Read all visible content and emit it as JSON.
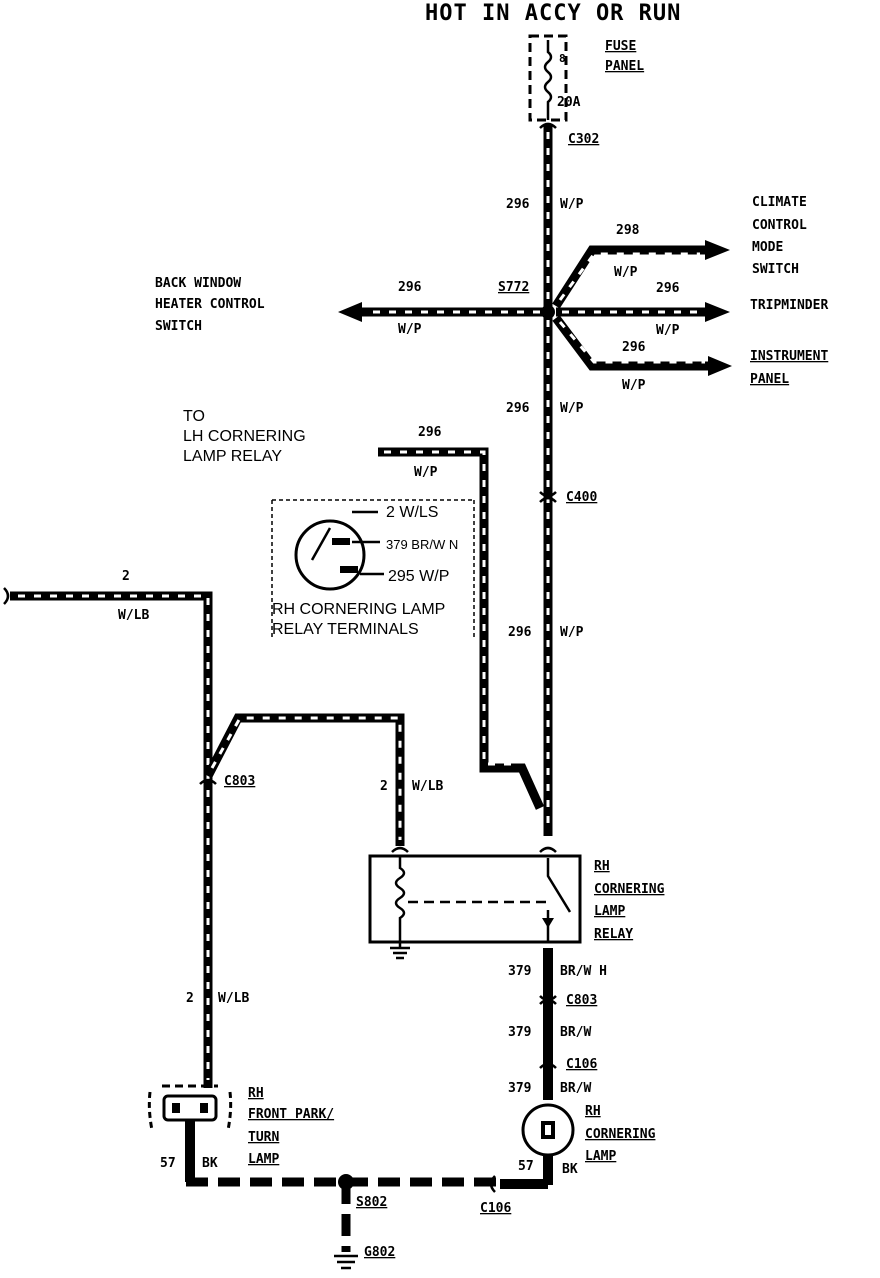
{
  "title": "HOT IN ACCY OR RUN",
  "fuse": {
    "number": "8",
    "rating": "20A",
    "label_line1": "FUSE",
    "label_line2": "PANEL"
  },
  "connectors": {
    "c302": "C302",
    "s772": "S772",
    "c400": "C400",
    "c803_left": "C803",
    "c803_right": "C803",
    "c106_upper": "C106",
    "c106_lower": "C106",
    "s802": "S802",
    "g802": "G802"
  },
  "wires": {
    "main_top": {
      "circuit": "296",
      "color": "W/P"
    },
    "climate": {
      "circuit": "298",
      "color": "W/P"
    },
    "back_window": {
      "circuit": "296",
      "color": "W/P"
    },
    "tripminder": {
      "circuit": "296",
      "color": "W/P"
    },
    "instrument": {
      "circuit": "296",
      "color": "W/P"
    },
    "main_mid": {
      "circuit": "296",
      "color": "W/P"
    },
    "lh_relay": {
      "circuit": "296",
      "color": "W/P"
    },
    "main_low": {
      "circuit": "296",
      "color": "W/P"
    },
    "left_top": {
      "circuit": "2",
      "color": "W/LB"
    },
    "relay_in": {
      "circuit": "2",
      "color": "W/LB"
    },
    "left_down": {
      "circuit": "2",
      "color": "W/LB"
    },
    "out1": {
      "circuit": "379",
      "color": "BR/W H"
    },
    "out2": {
      "circuit": "379",
      "color": "BR/W"
    },
    "out3": {
      "circuit": "379",
      "color": "BR/W"
    },
    "ground_left": {
      "circuit": "57",
      "color": "BK"
    },
    "ground_right": {
      "circuit": "57",
      "color": "BK"
    }
  },
  "components": {
    "climate": [
      "CLIMATE",
      "CONTROL",
      "MODE",
      "SWITCH"
    ],
    "back_window": [
      "BACK WINDOW",
      "HEATER CONTROL",
      "SWITCH"
    ],
    "tripminder": "TRIPMINDER",
    "instrument": [
      "INSTRUMENT",
      "PANEL"
    ],
    "lh_relay": [
      "TO",
      "LH CORNERING",
      "LAMP RELAY"
    ],
    "relay": [
      "RH",
      "CORNERING",
      "LAMP",
      "RELAY"
    ],
    "park_lamp": [
      "RH",
      "FRONT PARK/",
      "TURN",
      "LAMP"
    ],
    "cornering_lamp": [
      "RH",
      "CORNERING",
      "LAMP"
    ]
  },
  "terminals_inset": {
    "t1": "2 W/LS",
    "t2": "379 BR/W N",
    "t3": "295 W/P",
    "caption_line1": "RH CORNERING LAMP",
    "caption_line2": "RELAY TERMINALS"
  }
}
